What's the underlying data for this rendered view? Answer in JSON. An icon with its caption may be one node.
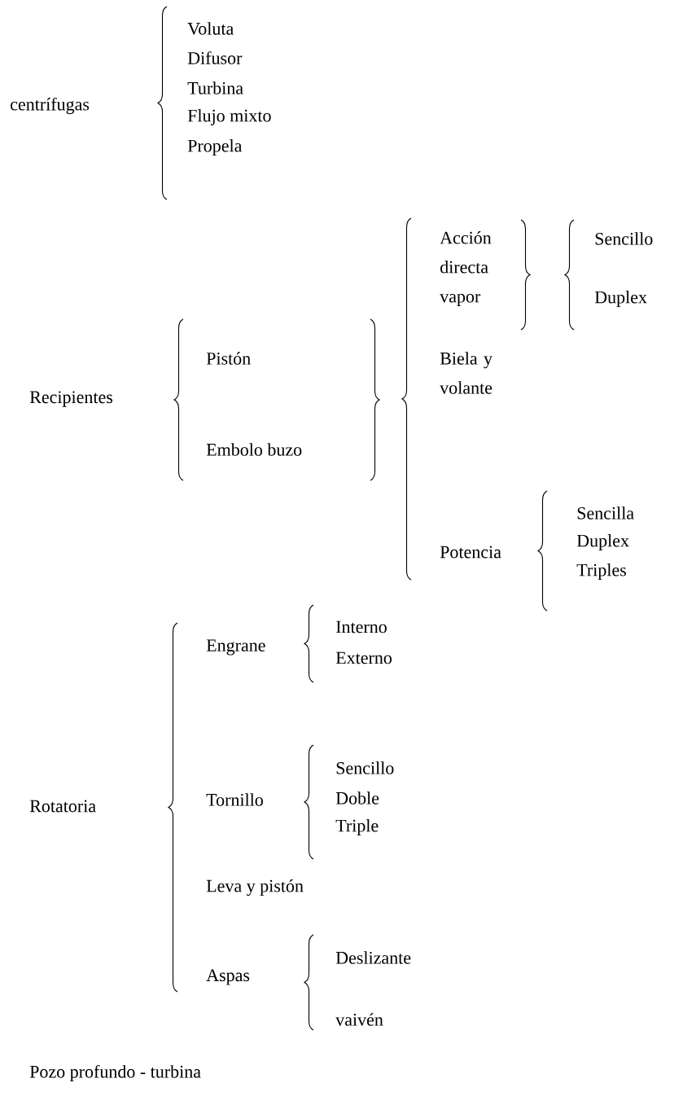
{
  "diagram": {
    "labels": [
      "centrífugas",
      "Voluta",
      "Difusor",
      "Turbina",
      "Flujo mixto",
      "Propela",
      "Acción directa vapor",
      "Sencillo",
      "Duplex",
      "Recipientes",
      "Pistón",
      "Embolo buzo",
      "Biela y volante",
      "Potencia",
      "Sencilla",
      "Duplex",
      "Triples",
      "Engrane",
      "Interno",
      "Externo",
      "Rotatoria",
      "Tornillo",
      "Sencillo",
      "Doble",
      "Triple",
      "Leva y pistón",
      "Aspas",
      "Deslizante",
      "vaivén",
      "Pozo profundo - turbina"
    ]
  }
}
